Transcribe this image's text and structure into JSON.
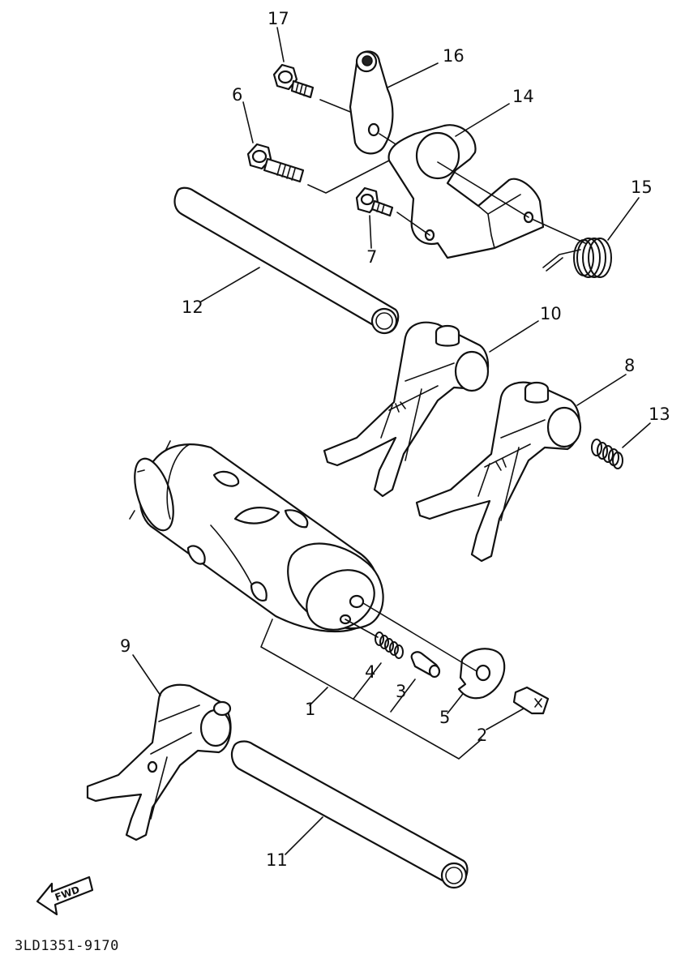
{
  "diagram": {
    "labels": {
      "p1": "1",
      "p2": "2",
      "p3": "3",
      "p4": "4",
      "p5": "5",
      "p6": "6",
      "p7": "7",
      "p8": "8",
      "p9": "9",
      "p10": "10",
      "p11": "11",
      "p12": "12",
      "p13": "13",
      "p14": "14",
      "p15": "15",
      "p16": "16",
      "p17": "17"
    },
    "fwd_label": "FWD",
    "drawing_code": "3LD1351-9170"
  }
}
